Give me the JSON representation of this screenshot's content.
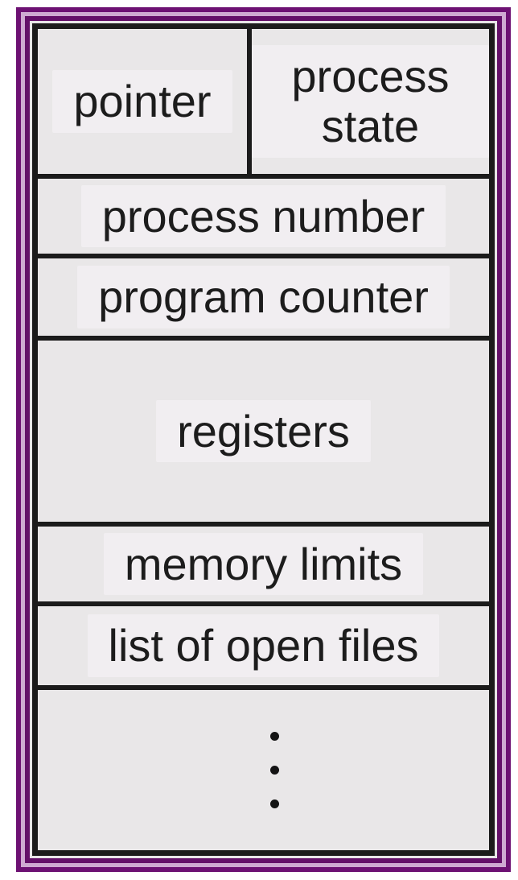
{
  "pcb": {
    "top_row": {
      "left_label": "pointer",
      "right_label": "process state"
    },
    "rows": [
      {
        "label": "process number"
      },
      {
        "label": "program counter"
      },
      {
        "label": "registers"
      },
      {
        "label": "memory limits"
      },
      {
        "label": "list of open files"
      }
    ],
    "ellipsis": {
      "dot_count": 3
    },
    "colors": {
      "frame_purple_dark": "#6d1173",
      "frame_purple_light": "#cfaad2",
      "table_border_black": "#1b1b1b",
      "cell_background": "#e9e7e8",
      "text": "#1c1c1c",
      "page_background": "#ffffff"
    }
  }
}
